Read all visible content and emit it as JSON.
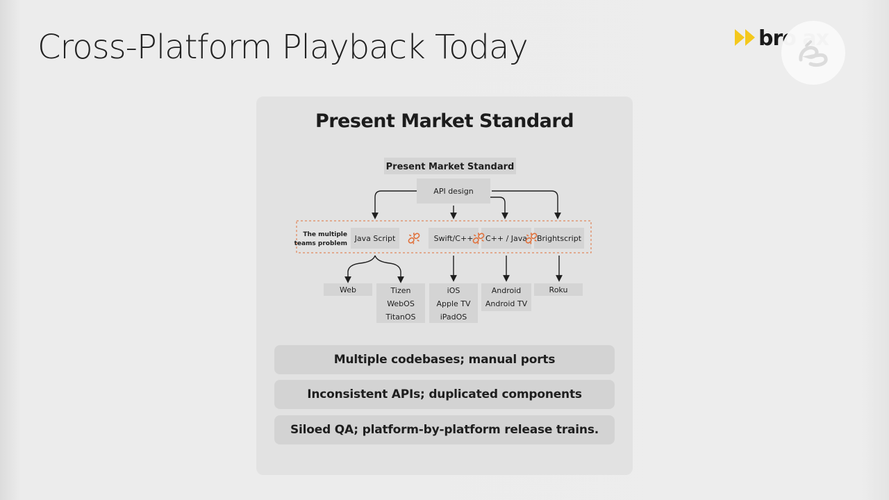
{
  "slide": {
    "title": "Cross-Platform Playback Today"
  },
  "logo": {
    "text": "bro  ax"
  },
  "panel": {
    "title": "Present Market Standard",
    "diagram": {
      "header": "Present Market Standard",
      "api": "API design",
      "problem_line1": "The multiple",
      "problem_line2": "teams problem",
      "languages": [
        "Java Script",
        "Swift/C++",
        "C++ / Java",
        "Brightscript"
      ],
      "targets": {
        "web": [
          "Web"
        ],
        "tizen": [
          "Tizen",
          "WebOS",
          "TitanOS"
        ],
        "ios": [
          "iOS",
          "Apple TV",
          "iPadOS"
        ],
        "android": [
          "Android",
          "Android TV"
        ],
        "roku": [
          "Roku"
        ]
      },
      "accent_color": "#e0703a"
    },
    "points": [
      "Multiple codebases; manual ports",
      "Inconsistent APIs; duplicated components",
      "Siloed QA; platform-by-platform release trains."
    ]
  },
  "colors": {
    "brand_yellow": "#f4c81c",
    "panel_bg": "#e2e2e2",
    "box_bg": "#d4d4d4"
  }
}
